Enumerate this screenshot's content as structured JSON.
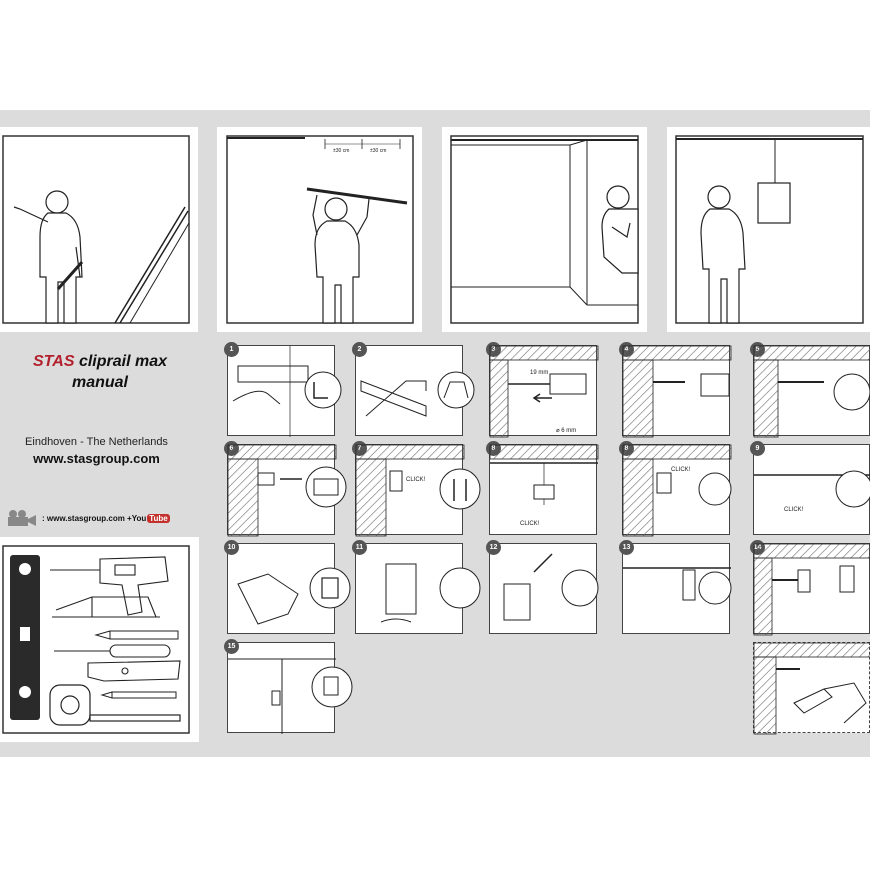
{
  "title": {
    "brand": "STAS",
    "product": "cliprail max",
    "subtitle": "manual"
  },
  "company": {
    "location": "Eindhoven - The Netherlands",
    "website_prefix": "www.",
    "website_brand": "stas",
    "website_suffix": "group.com"
  },
  "video": {
    "text": ": www.stasgroup.com + ",
    "you": "You",
    "tube": "Tube"
  },
  "annotations": {
    "spacing_1": "±30 cm",
    "spacing_2": "±30 cm",
    "drill_size": "19 mm",
    "bit_size": "⌀ 6 mm",
    "click": "CLICK!"
  },
  "steps": [
    "1",
    "2",
    "3",
    "4",
    "5",
    "6",
    "7",
    "8",
    "8",
    "9",
    "10",
    "11",
    "12",
    "13",
    "14",
    "15"
  ],
  "colors": {
    "brand_red": "#b3202d",
    "sheet_grey": "#dcdcdc",
    "youtube_red": "#c4302b"
  }
}
